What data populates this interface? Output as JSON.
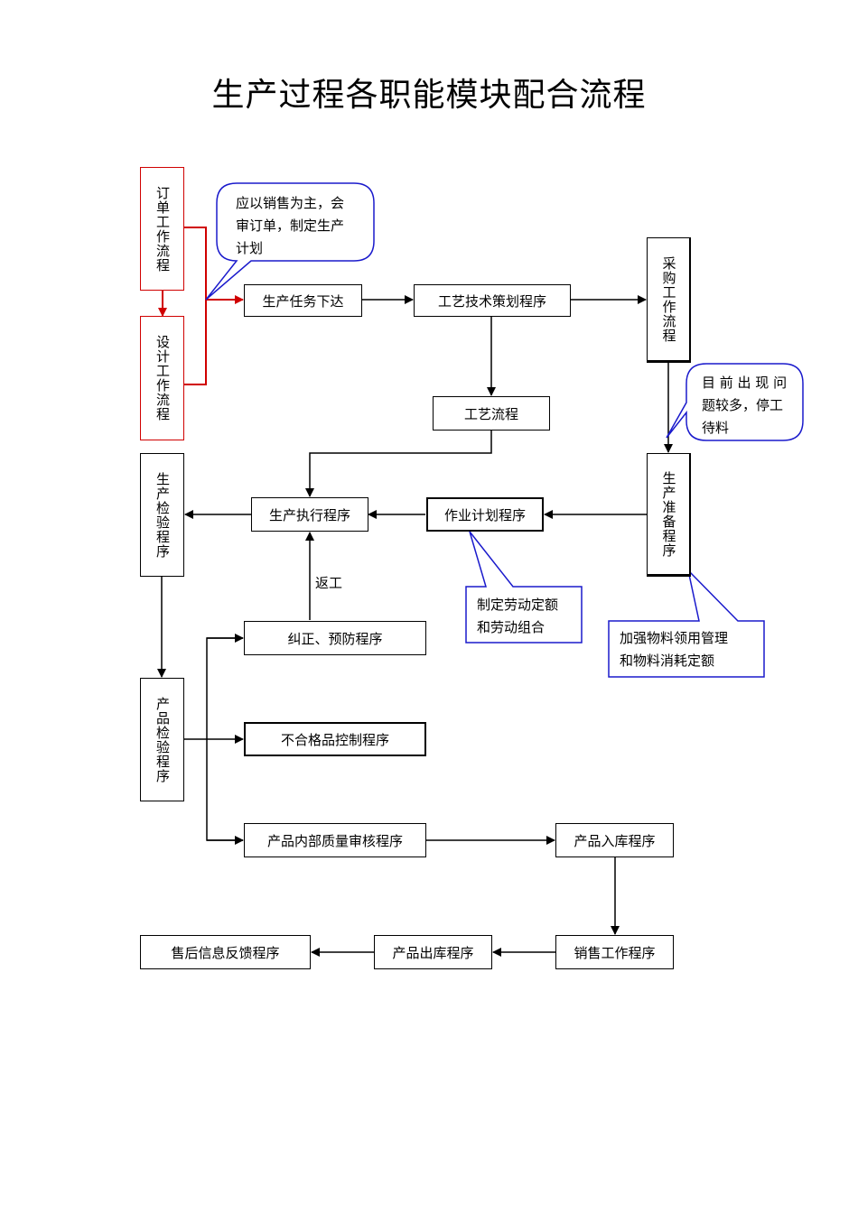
{
  "title": "生产过程各职能模块配合流程",
  "boxes": {
    "order": "订单工作流程",
    "design": "设计工作流程",
    "task": "生产任务下达",
    "tech_plan": "工艺技术策划程序",
    "purchase": "采购工作流程",
    "process": "工艺流程",
    "prep": "生产准备程序",
    "inspect": "生产检验程序",
    "exec": "生产执行程序",
    "work_plan": "作业计划程序",
    "corrective": "纠正、预防程序",
    "product_inspect": "产品检验程序",
    "nonconform": "不合格品控制程序",
    "audit": "产品内部质量审核程序",
    "warehouse_in": "产品入库程序",
    "sales": "销售工作程序",
    "warehouse_out": "产品出库程序",
    "aftersales": "售后信息反馈程序"
  },
  "callouts": {
    "sales_note": [
      "应以销售为主，会",
      "审订单，制定生产",
      "计划"
    ],
    "purchase_note": [
      "目 前 出 现 问",
      "题较多，停工",
      "待料"
    ],
    "labor_note": [
      "制定劳动定额",
      "和劳动组合"
    ],
    "material_note": [
      "加强物料领用管理",
      "和物料消耗定额"
    ]
  },
  "labels": {
    "rework": "返工"
  },
  "colors": {
    "red": "#d00000",
    "blue": "#1a1acc",
    "black": "#000000"
  }
}
